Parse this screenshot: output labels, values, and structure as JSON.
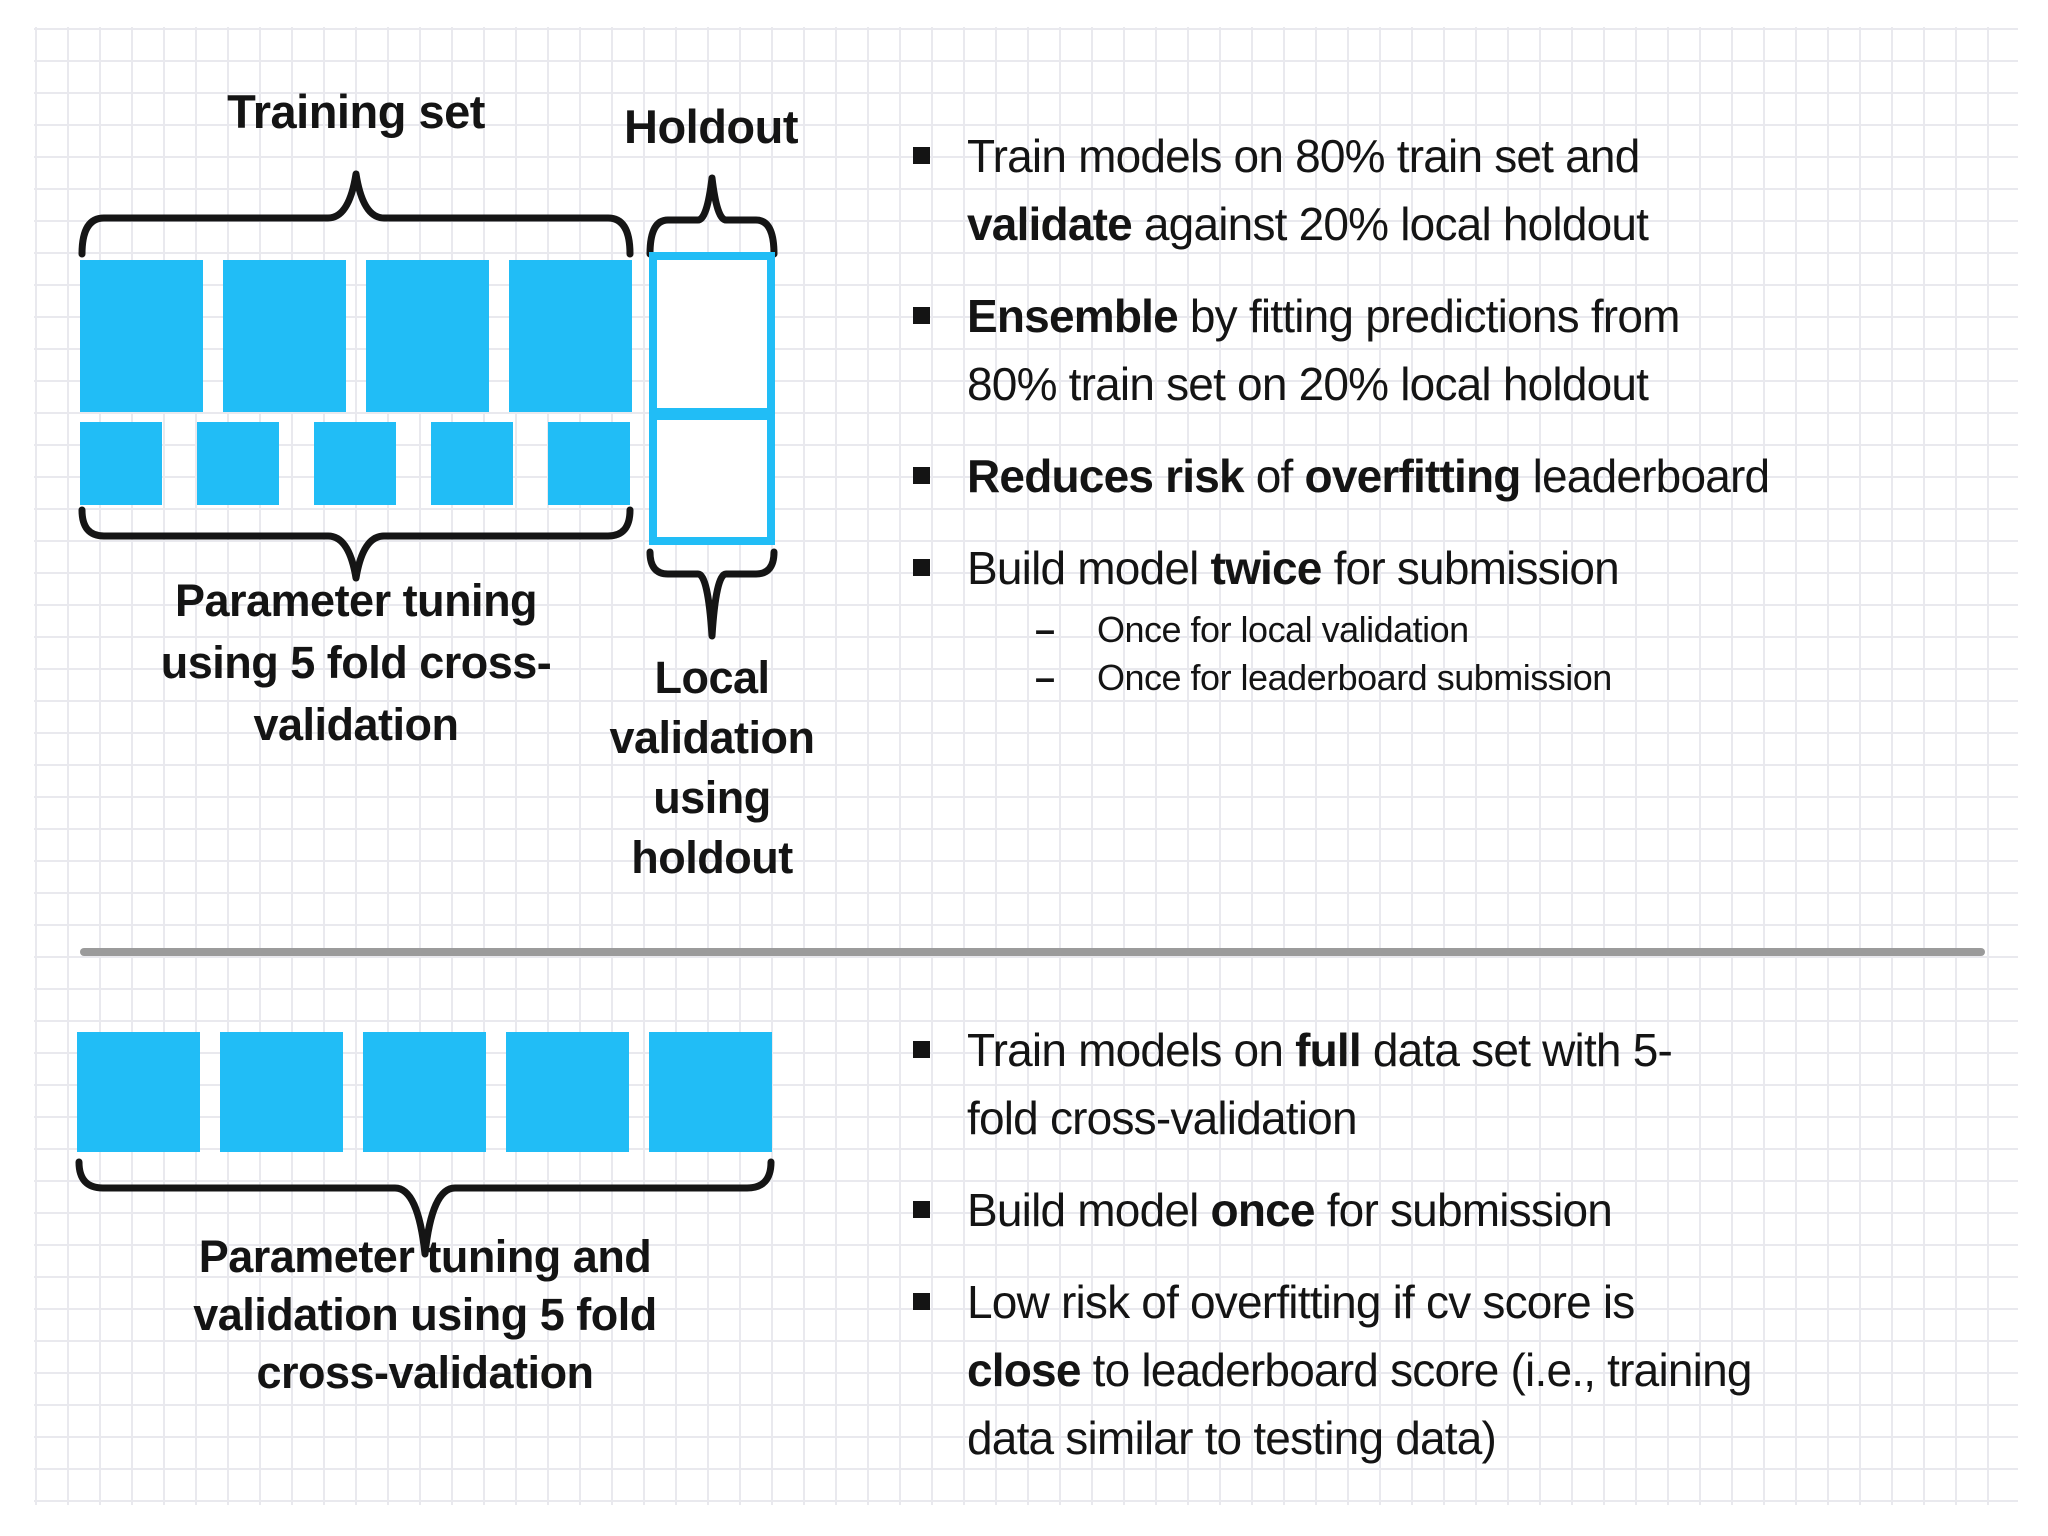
{
  "colors": {
    "fold_blue": "#21bdf6",
    "divider_gray": "#9b9b9b",
    "text_black": "#141414"
  },
  "top_diagram": {
    "training_set_label": "Training set",
    "holdout_label": "Holdout",
    "row1_fold_count": 4,
    "row2_fold_count": 5,
    "param_tuning_label_html": "Parameter tuning<br>using 5 fold cross-<br>validation",
    "local_validation_label_html": "Local<br>validation<br>using<br>holdout"
  },
  "top_bullets": [
    {
      "html": "Train models on 80% train set and<br><b>validate</b> against 20% local holdout"
    },
    {
      "html": "<b>Ensemble</b> by fitting predictions from<br>80% train set on 20% local holdout"
    },
    {
      "html": "<b>Reduces risk</b> of <b>overfitting</b> leaderboard"
    },
    {
      "html": "Build model <b>twice</b> for submission",
      "sub": [
        "Once for local validation",
        "Once for leaderboard submission"
      ]
    }
  ],
  "bottom_diagram": {
    "row_fold_count": 5,
    "param_tuning_label_html": "Parameter tuning and<br>validation using 5 fold<br>cross-validation"
  },
  "bottom_bullets": [
    {
      "html": "Train models on <b>full</b> data set with 5-<br>fold cross-validation"
    },
    {
      "html": "Build model <b>once</b> for submission"
    },
    {
      "html": "Low risk of overfitting if cv score is<br><b>close</b> to leaderboard score (i.e., training<br>data similar to testing data)"
    }
  ]
}
